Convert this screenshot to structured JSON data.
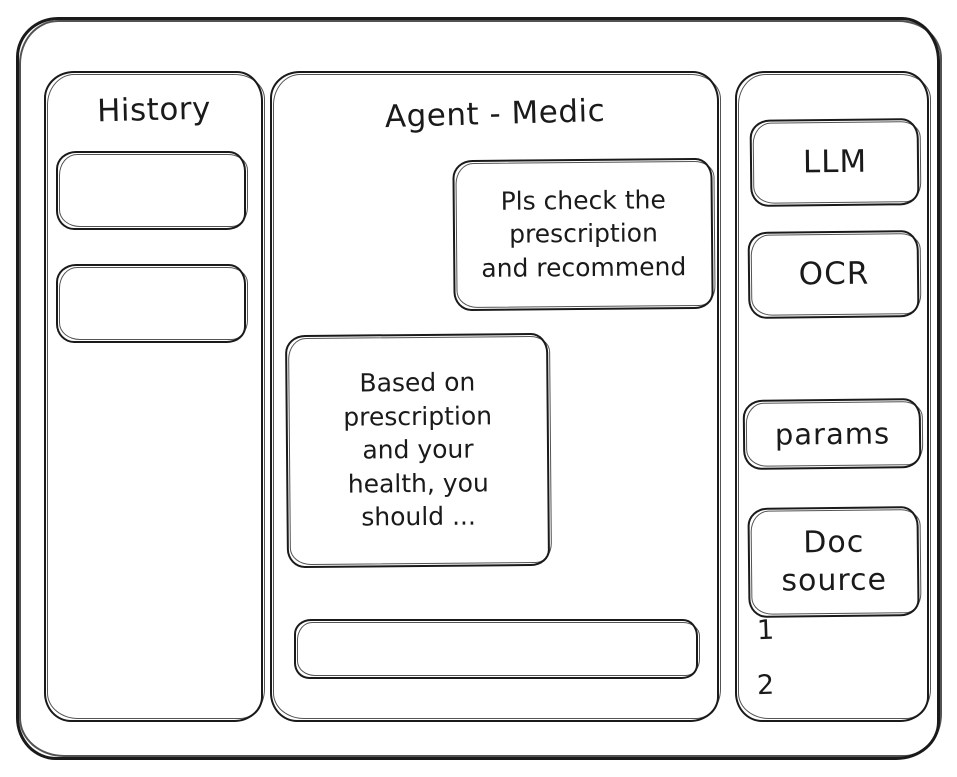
{
  "window": {
    "name": "agent-medic-wireframe"
  },
  "history": {
    "title": "History",
    "items": [
      {
        "label": ""
      },
      {
        "label": ""
      }
    ]
  },
  "agent": {
    "title": "Agent - Medic",
    "messages": [
      {
        "role": "user",
        "text": "Pls check the\nprescription\nand recommend"
      },
      {
        "role": "assistant",
        "text": "Based on\nprescription\nand your\nhealth, you\nshould ..."
      }
    ],
    "composer": {
      "value": "",
      "placeholder": ""
    }
  },
  "tools": {
    "buttons": [
      {
        "label": "LLM"
      },
      {
        "label": "OCR"
      },
      {
        "label": "params"
      }
    ],
    "doc_source": {
      "label": "Doc\nsource",
      "items": [
        "1",
        "2"
      ]
    }
  },
  "colors": {
    "stroke": "#1a1a1a",
    "background": "#ffffff"
  }
}
